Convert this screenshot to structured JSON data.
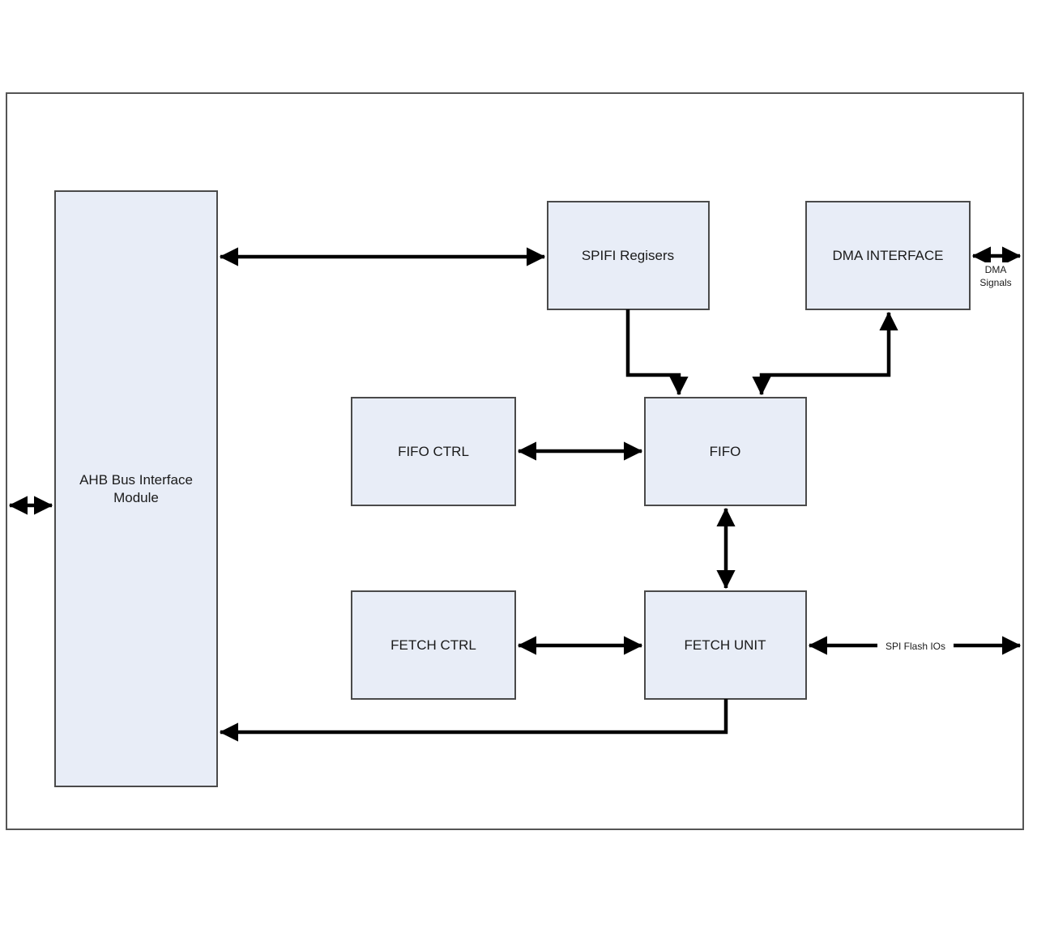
{
  "blocks": {
    "ahb_line1": "AHB Bus Interface",
    "ahb_line2": "Module",
    "spifi_registers": "SPIFI Regisers",
    "dma_interface": "DMA INTERFACE",
    "fifo_ctrl": "FIFO CTRL",
    "fifo": "FIFO",
    "fetch_ctrl": "FETCH CTRL",
    "fetch_unit": "FETCH UNIT"
  },
  "signals": {
    "dma_signals_line1": "DMA",
    "dma_signals_line2": "Signals",
    "spi_flash_ios": "SPI Flash IOs"
  }
}
